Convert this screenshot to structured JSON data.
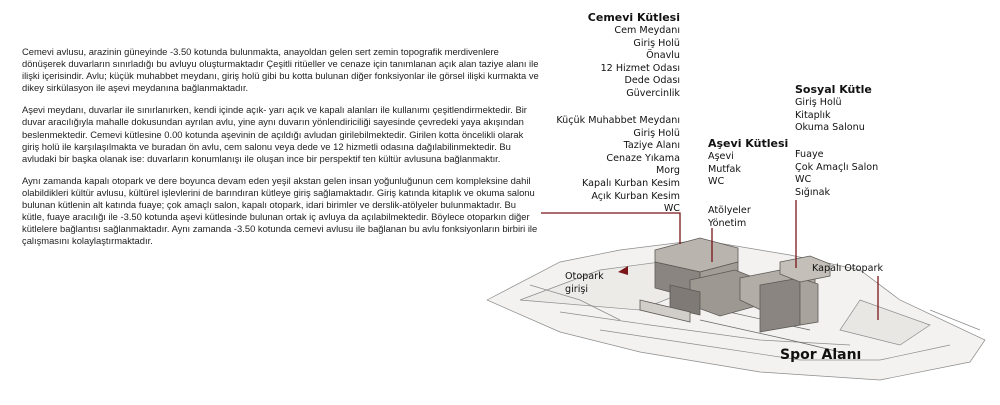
{
  "paragraphs": [
    "Cemevi avlusu, arazinin güneyinde -3.50 kotunda bulunmakta, anayoldan gelen sert zemin topografik merdivenlere dönüşerek duvarların sınırladığı bu avluyu oluşturmaktadır Çeşitli ritüeller ve cenaze için tanımlanan açık alan taziye alanı ile ilişki içerisindir. Avlu; küçük muhabbet meydanı, giriş holü gibi bu kotta bulunan diğer fonksiyonlar ile görsel ilişki kurmakta ve dikey sirkülasyon ile aşevi meydanına bağlanmaktadır.",
    "Aşevi meydanı, duvarlar ile sınırlanırken, kendi içinde açık- yarı açık ve kapalı alanları ile kullanımı çeşitlendirmektedir. Bir duvar aracılığıyla mahalle dokusundan ayrılan avlu, yine aynı duvarın yönlendiriciliği sayesinde çevredeki yaya akışından beslenmektedir. Cemevi kütlesine 0.00 kotunda aşevinin de açıldığı avludan girilebilmektedir. Girilen kotta öncelikli olarak giriş holü ile karşılaşılmakta ve buradan ön avlu, cem salonu veya dede ve 12 hizmetli odasına dağılabilinmektedir. Bu avludaki bir başka olanak ise: duvarların konumlanışı ile oluşan ince bir perspektif ten kültür avlusuna bağlanmaktır.",
    "Aynı zamanda kapalı otopark ve dere boyunca devam eden yeşil akstan gelen insan yoğunluğunun cem kompleksine dahil olabildikleri kültür avlusu, kültürel işlevlerini de barındıran kütleye giriş sağlamaktadır. Giriş katında kitaplık ve okuma salonu bulunan kütlenin alt katında fuaye; çok amaçlı salon, kapalı otopark, idari birimler ve derslik-atölyeler bulunmaktadır. Bu kütle, fuaye aracılığı ile -3.50 kotunda aşevi kütlesinde bulunan ortak iç avluya da açılabilmektedir. Böylece otoparkın diğer kütlelere bağlantısı sağlanmaktadır. Aynı zamanda -3.50 kotunda cemevi avlusu ile bağlanan bu avlu fonksiyonların birbiri ile çalışmasını kolaylaştırmaktadır."
  ],
  "cemevi": {
    "title": "Cemevi Kütlesi",
    "items": [
      "Cem Meydanı",
      "Giriş Holü",
      "Önavlu",
      "12 Hizmet Odası",
      "Dede Odası",
      "Güvercinlik"
    ],
    "items2": [
      "Küçük Muhabbet Meydanı",
      "Giriş Holü",
      "Taziye Alanı",
      "Cenaze Yıkama",
      "Morg",
      "Kapalı Kurban Kesim",
      "Açık Kurban Kesim",
      "WC"
    ]
  },
  "asevi": {
    "title": "Aşevi Kütlesi",
    "items": [
      "Aşevi",
      "Mutfak",
      "WC"
    ],
    "items2": [
      "Atölyeler",
      "Yönetim"
    ]
  },
  "sosyal": {
    "title": "Sosyal Kütle",
    "items": [
      "Giriş Holü",
      "Kitaplık",
      "Okuma Salonu"
    ],
    "items2": [
      "Fuaye",
      "Çok Amaçlı Salon",
      "WC",
      "Sığınak"
    ]
  },
  "labels": {
    "otopark_girisi": "Otopark girişi",
    "kapali_otopark": "Kapalı Otopark",
    "spor_alani": "Spor Alanı"
  },
  "colors": {
    "leader_line": "#7a1518",
    "building": "#8a8580",
    "building_light": "#b9b4ae",
    "ground": "#ecebe8"
  }
}
